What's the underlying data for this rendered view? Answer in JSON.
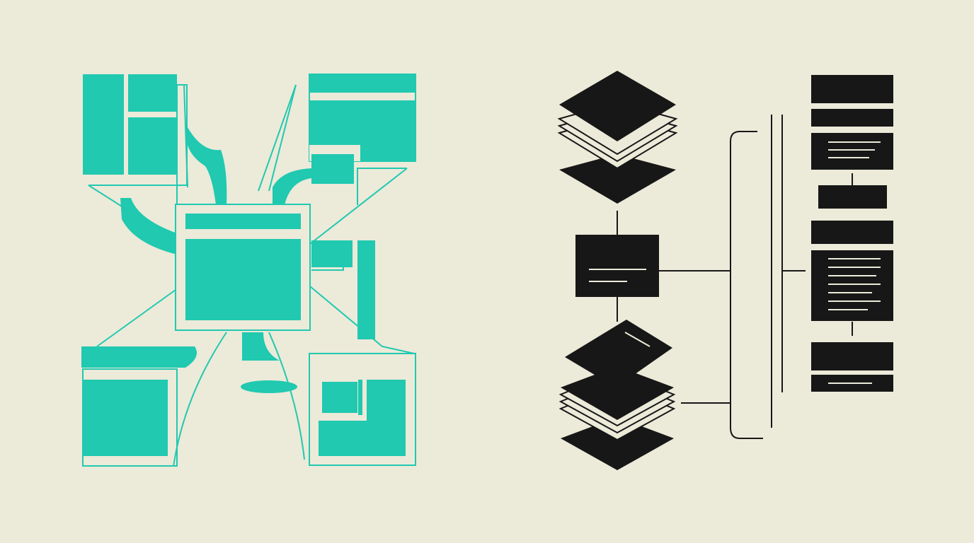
{
  "canvas": {
    "background": "#ecead9"
  },
  "colors": {
    "teal": "#20c9b0",
    "ink": "#171717",
    "paper": "#ecead9",
    "text_line": "#ecead9"
  },
  "left_illustration": {
    "description_role": "scattered-windows-converging",
    "panels": [
      "top-left-window",
      "top-right-window",
      "center-window",
      "bottom-left-window",
      "bottom-right-window"
    ]
  },
  "right_illustration": {
    "description_role": "organized-layers-and-stack",
    "layer_stacks": [
      "top-layer-stack",
      "bottom-layer-stack"
    ],
    "stack_blocks": [
      "block-1",
      "block-2",
      "block-3",
      "block-4",
      "block-5",
      "block-6",
      "block-7",
      "block-8"
    ]
  }
}
